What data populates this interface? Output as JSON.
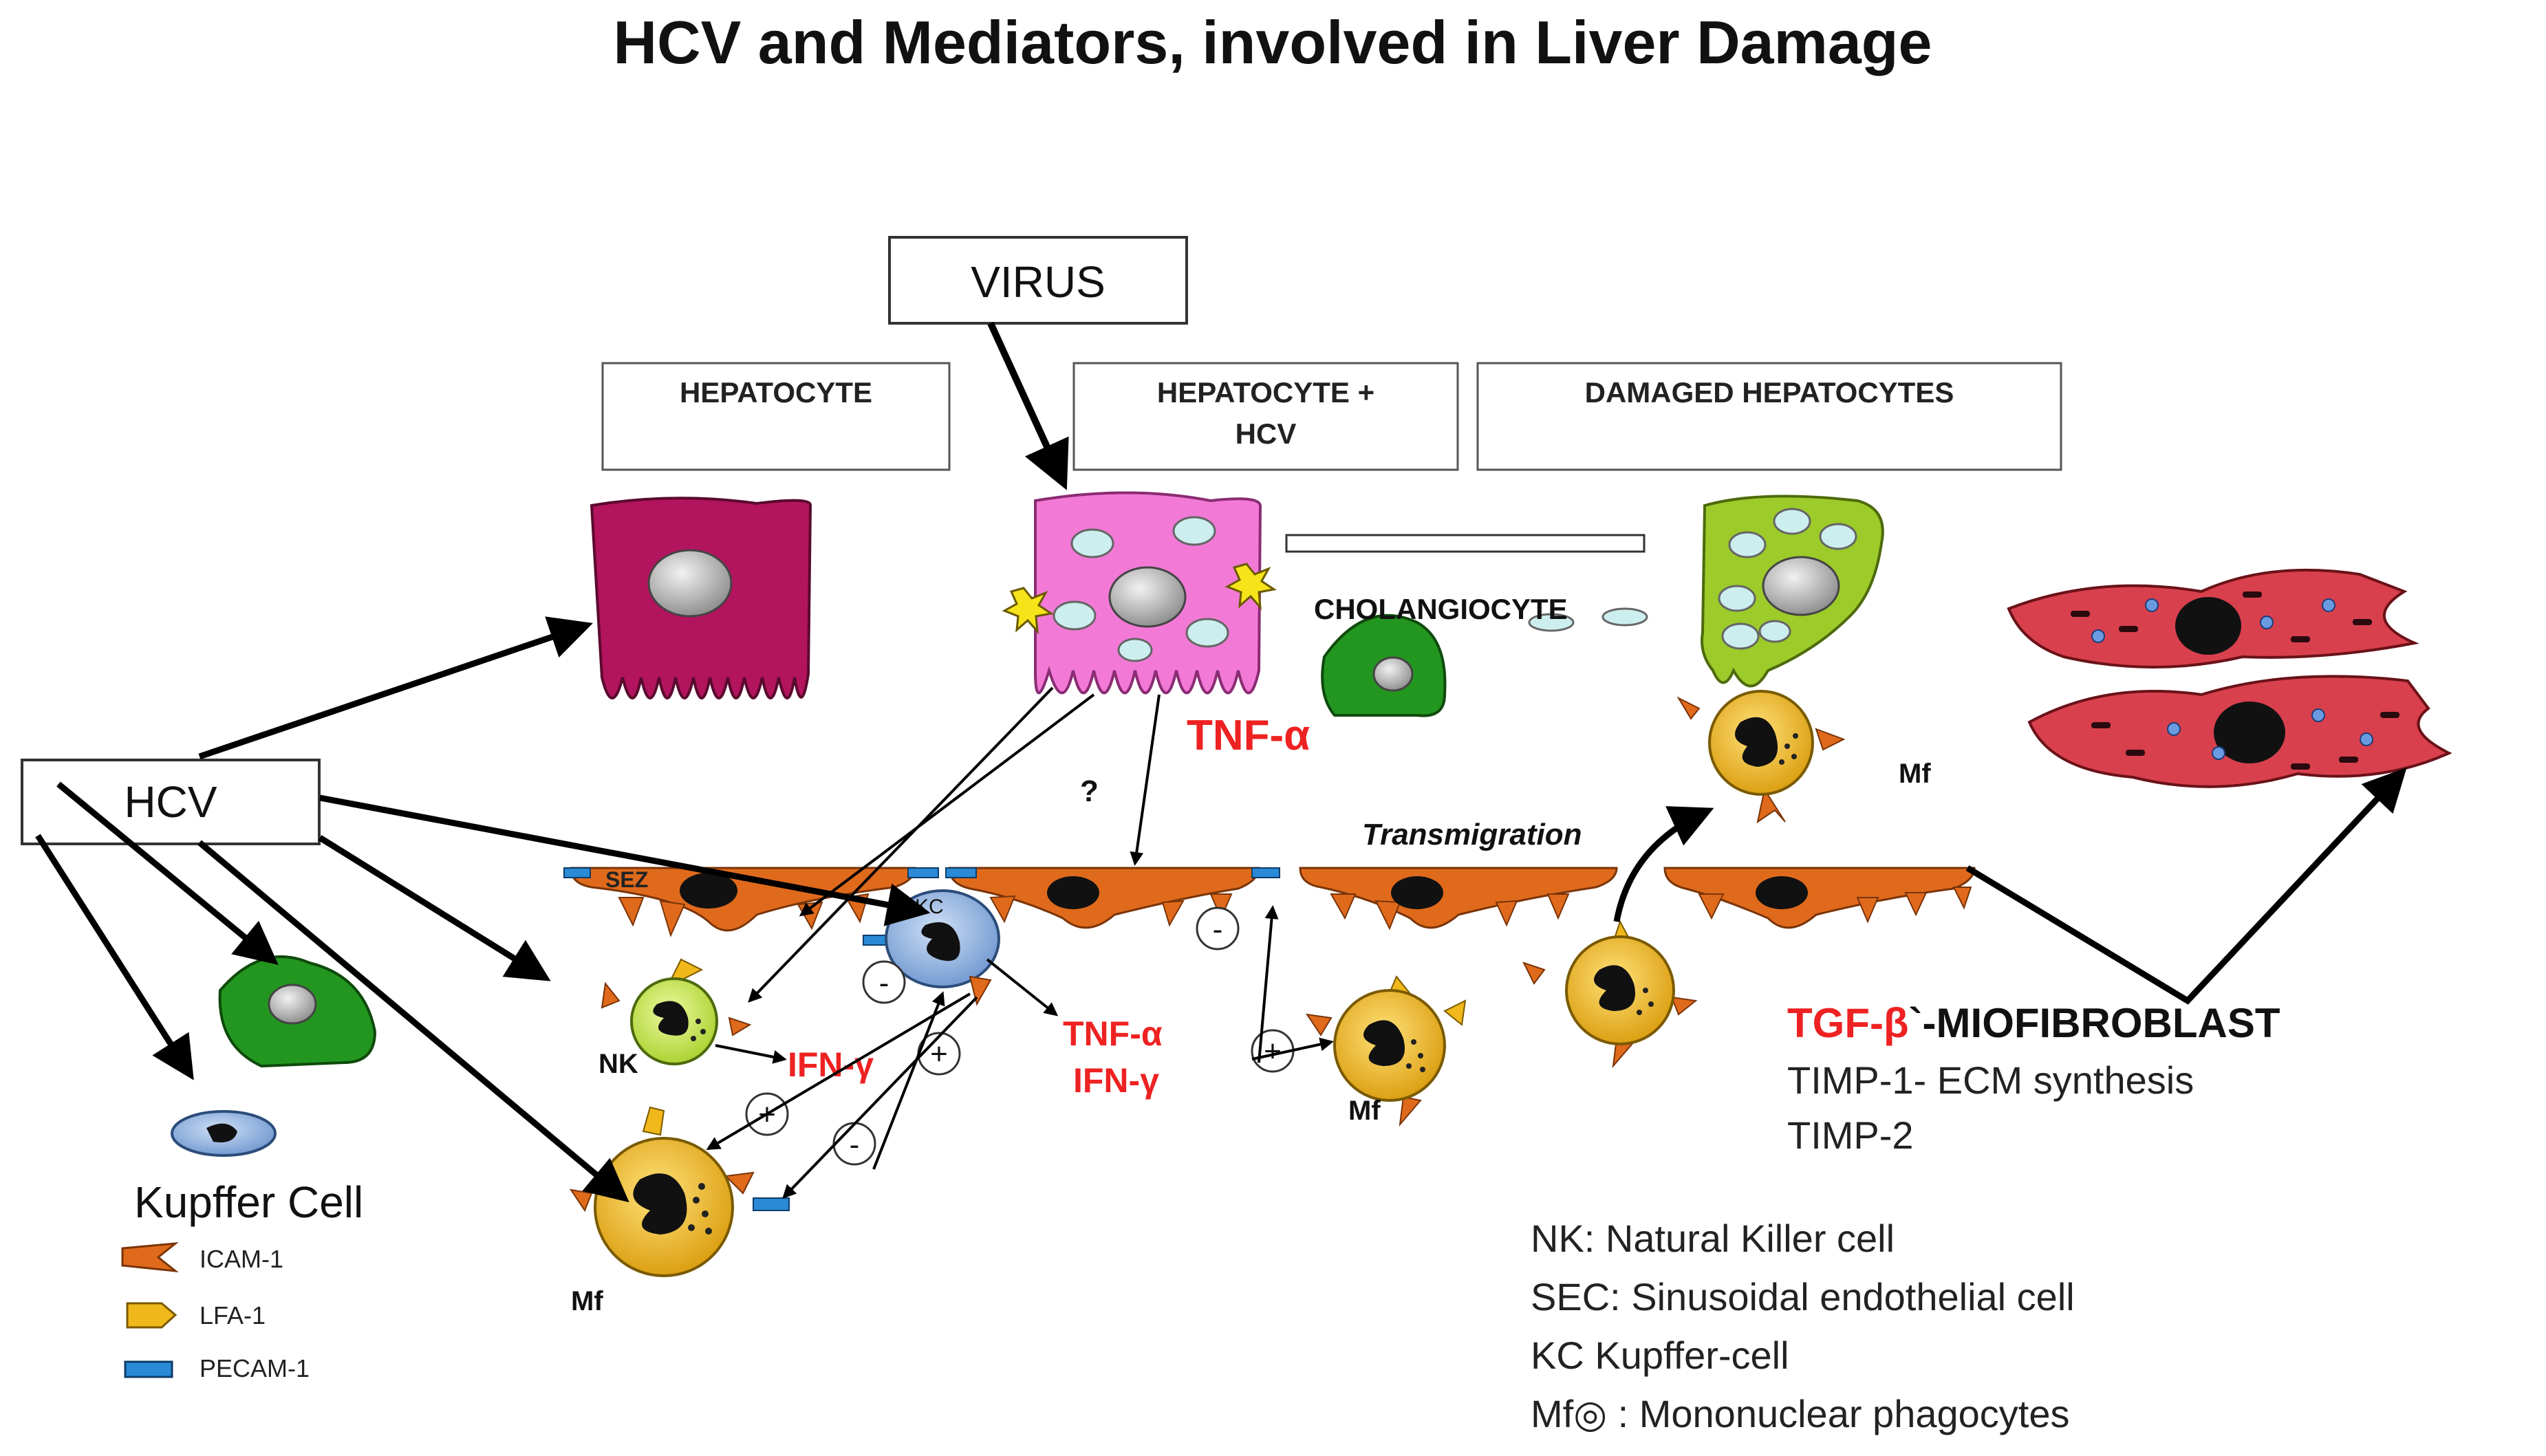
{
  "title": "HCV and Mediators, involved in Liver Damage",
  "boxes": {
    "virus": "VIRUS",
    "hepatocyte": "HEPATOCYTE",
    "hepatocyte_hcv_line1": "HEPATOCYTE +",
    "hepatocyte_hcv_line2": "HCV",
    "damaged": "DAMAGED HEPATOCYTES",
    "hcv": "HCV"
  },
  "labels": {
    "cholangiocyte": "CHOLANGIOCYTE",
    "tnf_top": "TNF-α",
    "question": "?",
    "transmigration": "Transmigration",
    "sez": "SEZ",
    "kc": "KC",
    "nk": "NK",
    "mf_bottom": "Mf",
    "mf_middle": "Mf",
    "mf_upper": "Mf",
    "ifn_nk": "IFN-γ",
    "tnf_mid": "TNF-α",
    "ifn_mid": "IFN-γ",
    "plus": "+",
    "minus": "-",
    "kupffer_cell": "Kupffer Cell"
  },
  "right_text": {
    "tgf": "TGF-β",
    "miofibroblast": "`-MIOFIBROBLAST",
    "timp1": "TIMP-1- ECM synthesis",
    "timp2": "TIMP-2"
  },
  "legend": {
    "icam": "ICAM-1",
    "lfa": "LFA-1",
    "pecam": "PECAM-1"
  },
  "abbreviations": [
    "NK: Natural Killer cell",
    "SEC: Sinusoidal endothelial cell",
    "KC  Kupffer-cell",
    "Mf◎ : Mononuclear phagocytes"
  ],
  "colors": {
    "hepatocyte": "#b3145e",
    "infected": "#f27ad6",
    "damaged": "#9ccb2a",
    "cholangiocyte": "#23961f",
    "endothelium": "#e06a1c",
    "macrophage": "#f0b81a",
    "nk": "#cde95a",
    "kupffer": "#8fb2de",
    "pecam": "#2a8ad6",
    "fibroblast": "#d9404e",
    "mediator_red": "#ee2222"
  }
}
